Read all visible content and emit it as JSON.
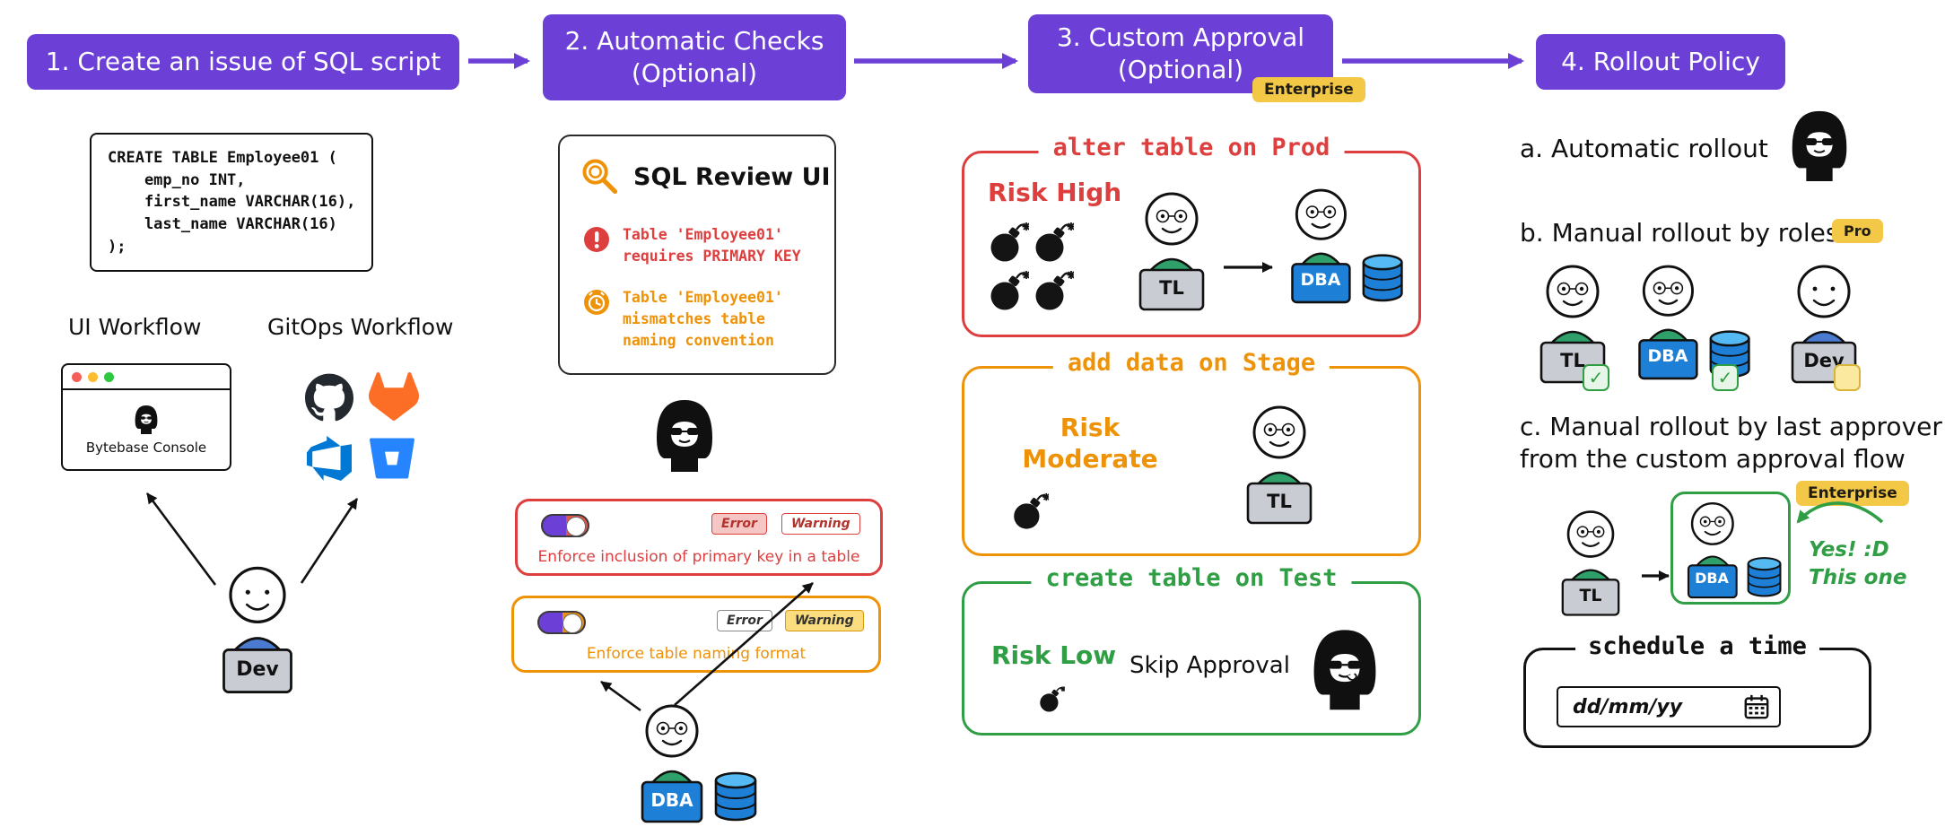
{
  "steps": [
    {
      "label": "1. Create an issue of SQL script"
    },
    {
      "label": "2. Automatic Checks\n(Optional)"
    },
    {
      "label": "3. Custom Approval\n(Optional)",
      "badge": "Enterprise"
    },
    {
      "label": "4. Rollout Policy"
    }
  ],
  "col1": {
    "sql_code": "CREATE TABLE Employee01 (\n    emp_no INT,\n    first_name VARCHAR(16),\n    last_name VARCHAR(16)\n);",
    "ui_workflow_label": "UI Workflow",
    "gitops_workflow_label": "GitOps Workflow",
    "console_label": "Bytebase Console",
    "dev_label": "Dev"
  },
  "col2": {
    "review_title": "SQL Review UI",
    "error_message": "Table 'Employee01'\nrequires PRIMARY KEY",
    "warning_message": "Table 'Employee01'\nmismatches table\nnaming convention",
    "rules": [
      {
        "label": "Enforce inclusion of primary key in a table",
        "error_chip": "Error",
        "warning_chip": "Warning"
      },
      {
        "label": "Enforce table naming format",
        "error_chip": "Error",
        "warning_chip": "Warning"
      }
    ],
    "dba_label": "DBA"
  },
  "col3": {
    "cards": [
      {
        "title": "alter table on Prod",
        "risk": "Risk High",
        "bombs": 4,
        "tl_label": "TL",
        "dba_label": "DBA"
      },
      {
        "title": "add data on Stage",
        "risk": "Risk\nModerate",
        "bombs": 1,
        "tl_label": "TL"
      },
      {
        "title": "create table on Test",
        "risk": "Risk Low",
        "bombs": 1,
        "skip_label": "Skip Approval"
      }
    ]
  },
  "col4": {
    "item_a": "a. Automatic rollout",
    "item_b": "b. Manual rollout by roles",
    "pro_badge": "Pro",
    "roles": [
      {
        "label": "TL",
        "status": "approved"
      },
      {
        "label": "DBA",
        "status": "approved"
      },
      {
        "label": "Dev",
        "status": "pending"
      }
    ],
    "item_c": "c. Manual rollout by last approver\nfrom the custom approval flow",
    "enterprise_badge": "Enterprise",
    "tl_label": "TL",
    "dba_label": "DBA",
    "approval_note": "Yes! :D\nThis one",
    "schedule_title": "schedule a time",
    "date_value": "dd/mm/yy"
  },
  "icons": {
    "check": "✓",
    "vcs": [
      "github",
      "gitlab",
      "azure-devops",
      "bitbucket"
    ]
  },
  "colors": {
    "purple": "#6c3fd6",
    "red": "#dd3f3f",
    "orange": "#ee9208",
    "green": "#2f9e44",
    "yellow_badge": "#f3c846"
  }
}
